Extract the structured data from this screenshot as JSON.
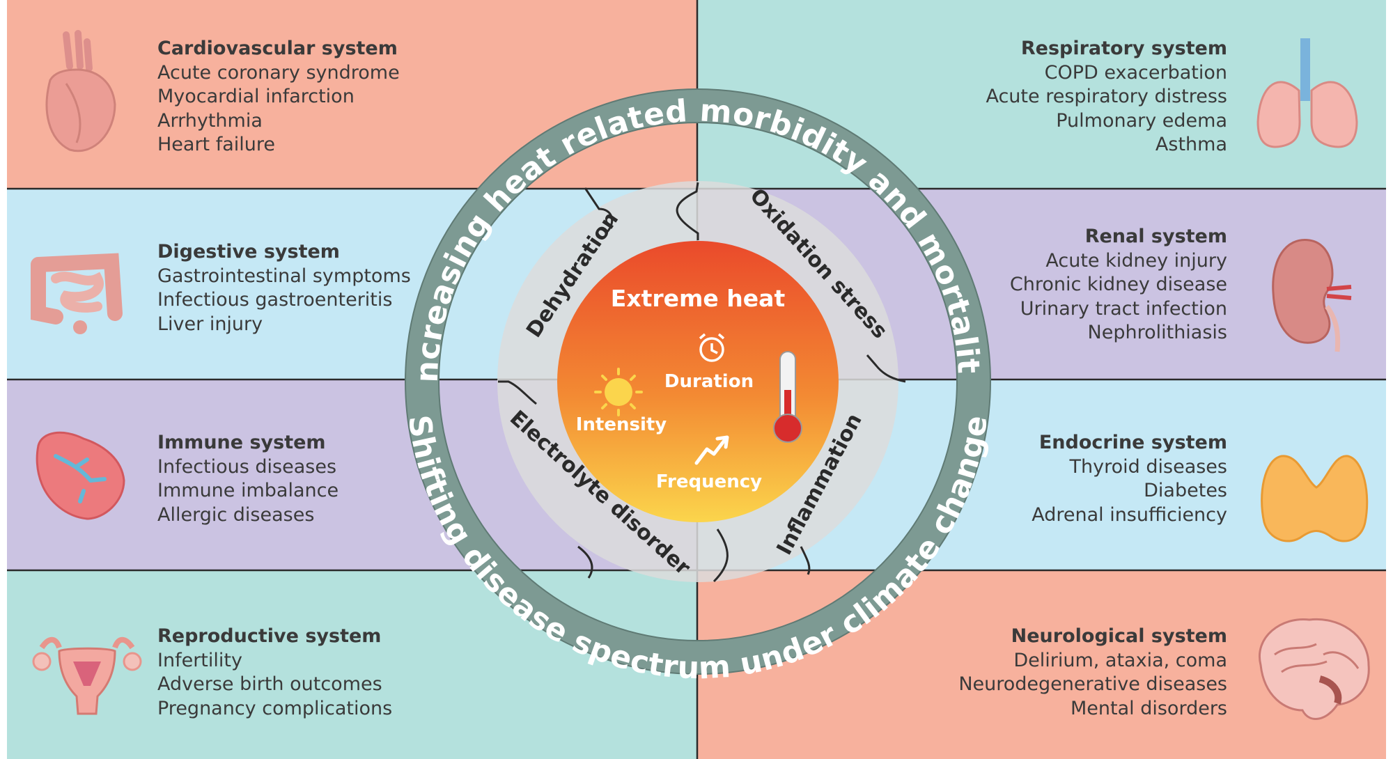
{
  "colors": {
    "salmon": "#f7b19d",
    "teal": "#b4e1dd",
    "blue": "#c5e8f5",
    "lavender": "#cbc3e2",
    "ring": "#7d9a93",
    "mechanism_bg": "#dcdcdc",
    "core_top": "#ea4a2b",
    "core_bottom": "#fbd54c"
  },
  "ring": {
    "top_text": "Increasing heat related morbidity and mortality",
    "bottom_text": "Shifting disease spectrum under climate change"
  },
  "mechanisms": [
    "Dehydration",
    "Oxidation stress",
    "Inflammation",
    "Electrolyte disorder"
  ],
  "core": {
    "title": "Extreme heat",
    "intensity": "Intensity",
    "duration": "Duration",
    "frequency": "Frequency",
    "icons": [
      "sun-icon",
      "alarm-clock-icon",
      "thermometer-icon",
      "trend-up-icon"
    ]
  },
  "systems": {
    "cardiovascular": {
      "title": "Cardiovascular system",
      "items": [
        "Acute coronary syndrome",
        "Myocardial infarction",
        "Arrhythmia",
        "Heart failure"
      ],
      "icon": "heart-icon"
    },
    "respiratory": {
      "title": "Respiratory system",
      "items": [
        "COPD exacerbation",
        "Acute respiratory distress",
        "Pulmonary edema",
        "Asthma"
      ],
      "icon": "lungs-icon"
    },
    "digestive": {
      "title": "Digestive system",
      "items": [
        "Gastrointestinal symptoms",
        "Infectious gastroenteritis",
        "Liver injury"
      ],
      "icon": "intestine-icon"
    },
    "renal": {
      "title": "Renal system",
      "items": [
        "Acute kidney injury",
        "Chronic kidney disease",
        "Urinary tract infection",
        "Nephrolithiasis"
      ],
      "icon": "kidney-icon"
    },
    "immune": {
      "title": "Immune system",
      "items": [
        "Infectious diseases",
        "Immune imbalance",
        "Allergic diseases"
      ],
      "icon": "spleen-icon"
    },
    "endocrine": {
      "title": "Endocrine system",
      "items": [
        "Thyroid diseases",
        "Diabetes",
        "Adrenal insufficiency"
      ],
      "icon": "thyroid-icon"
    },
    "reproductive": {
      "title": "Reproductive system",
      "items": [
        "Infertility",
        "Adverse birth outcomes",
        "Pregnancy complications"
      ],
      "icon": "uterus-icon"
    },
    "neurological": {
      "title": "Neurological system",
      "items": [
        "Delirium, ataxia, coma",
        "Neurodegenerative diseases",
        "Mental disorders"
      ],
      "icon": "brain-icon"
    }
  }
}
